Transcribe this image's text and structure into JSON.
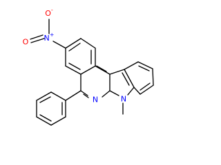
{
  "molecule": {
    "atoms": {
      "nitro_oxygen_top": {
        "symbol": "O",
        "superscript": "-",
        "color": "#ff0000"
      },
      "nitro_nitrogen": {
        "symbol": "N",
        "superscript": "+",
        "color": "#0000ff"
      },
      "nitro_oxygen_left": {
        "symbol": "O",
        "superscript": "",
        "color": "#ff0000"
      },
      "ring_nitrogen": {
        "symbol": "N",
        "superscript": "",
        "color": "#0000ff"
      },
      "indole_nitrogen": {
        "symbol": "N",
        "superscript": "",
        "color": "#0000ff"
      }
    },
    "bond_color": "#000000"
  }
}
